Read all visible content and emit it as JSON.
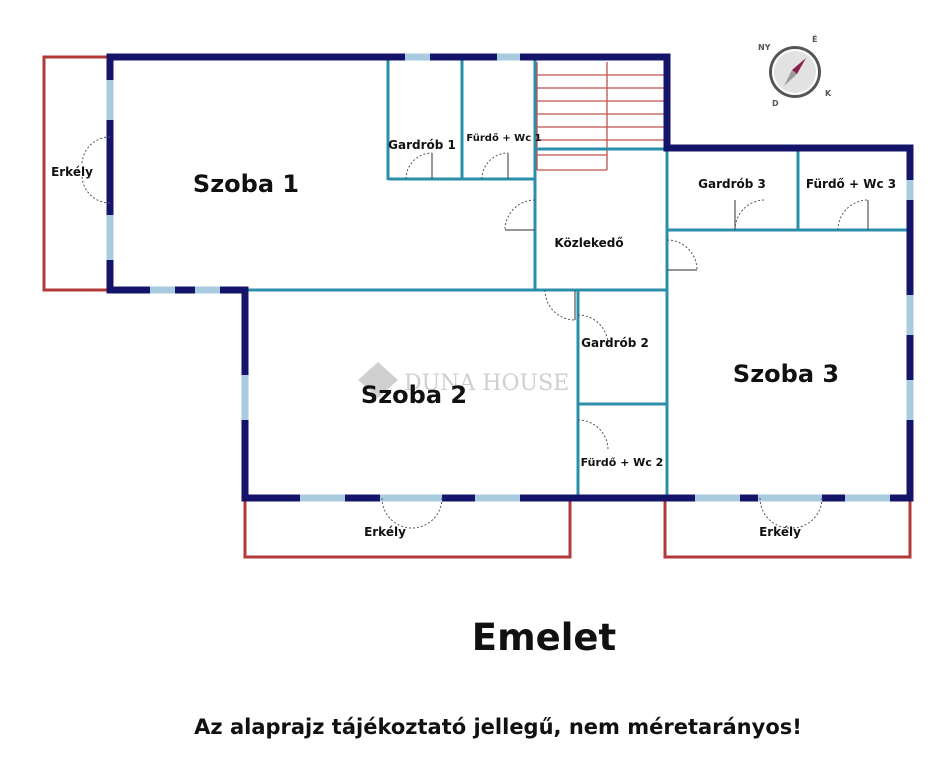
{
  "title": "Emelet",
  "disclaimer": "Az alaprajz tájékoztató jellegű, nem méretarányos!",
  "watermark": "DUNA HOUSE",
  "compass": {
    "nw": "NY",
    "ne": "É",
    "se": "K",
    "sw": "D"
  },
  "rooms": {
    "szoba1": "Szoba 1",
    "szoba2": "Szoba 2",
    "szoba3": "Szoba 3",
    "gardrob1": "Gardrób 1",
    "gardrob2": "Gardrób 2",
    "gardrob3": "Gardrób 3",
    "furdo1": "Fürdő + Wc 1",
    "furdo2": "Fürdő + Wc 2",
    "furdo3": "Fürdő + Wc 3",
    "kozlekedo": "Közlekedő",
    "erkely_left": "Erkély",
    "erkely_bottom_left": "Erkély",
    "erkely_bottom_right": "Erkély"
  },
  "colors": {
    "outer_wall": "#14146b",
    "inner_wall": "#2b8fab",
    "balcony": "#b23a3a",
    "stairs": "#c0504d"
  }
}
